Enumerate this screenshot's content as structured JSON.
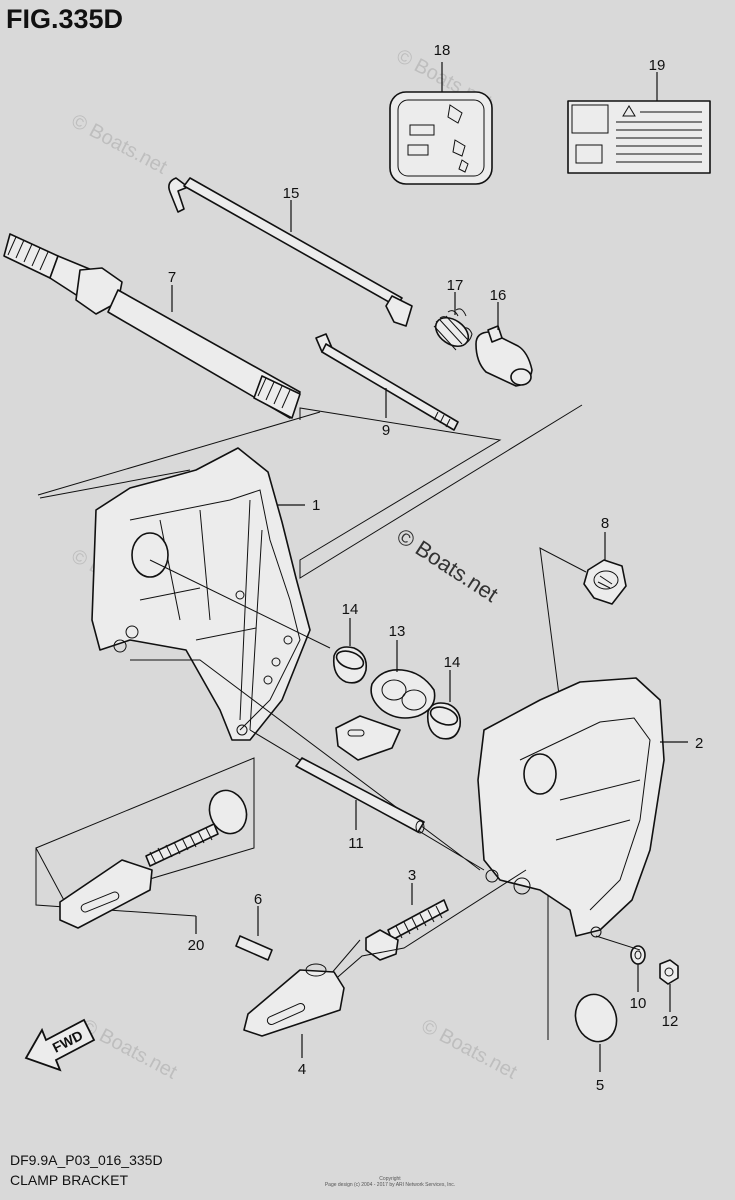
{
  "figure": {
    "title": "FIG.335D",
    "code": "DF9.9A_P03_016_335D",
    "name": "CLAMP BRACKET"
  },
  "watermark": {
    "main": "© Boats.net",
    "faint": "© Boats.net"
  },
  "fwd_label": "FWD",
  "copyright": {
    "line1": "Copyright",
    "line2": "Page design (c) 2004 - 2017 by ARI Network Services, Inc."
  },
  "callouts": {
    "c1": "1",
    "c2": "2",
    "c3": "3",
    "c4": "4",
    "c5": "5",
    "c6": "6",
    "c7": "7",
    "c8": "8",
    "c9": "9",
    "c10": "10",
    "c11": "11",
    "c12": "12",
    "c13": "13",
    "c14a": "14",
    "c14b": "14",
    "c15": "15",
    "c16": "16",
    "c17": "17",
    "c18": "18",
    "c19": "19",
    "c20": "20"
  },
  "colors": {
    "background": "#d9d9d9",
    "ink": "#111111",
    "part_fill": "#ececec"
  }
}
